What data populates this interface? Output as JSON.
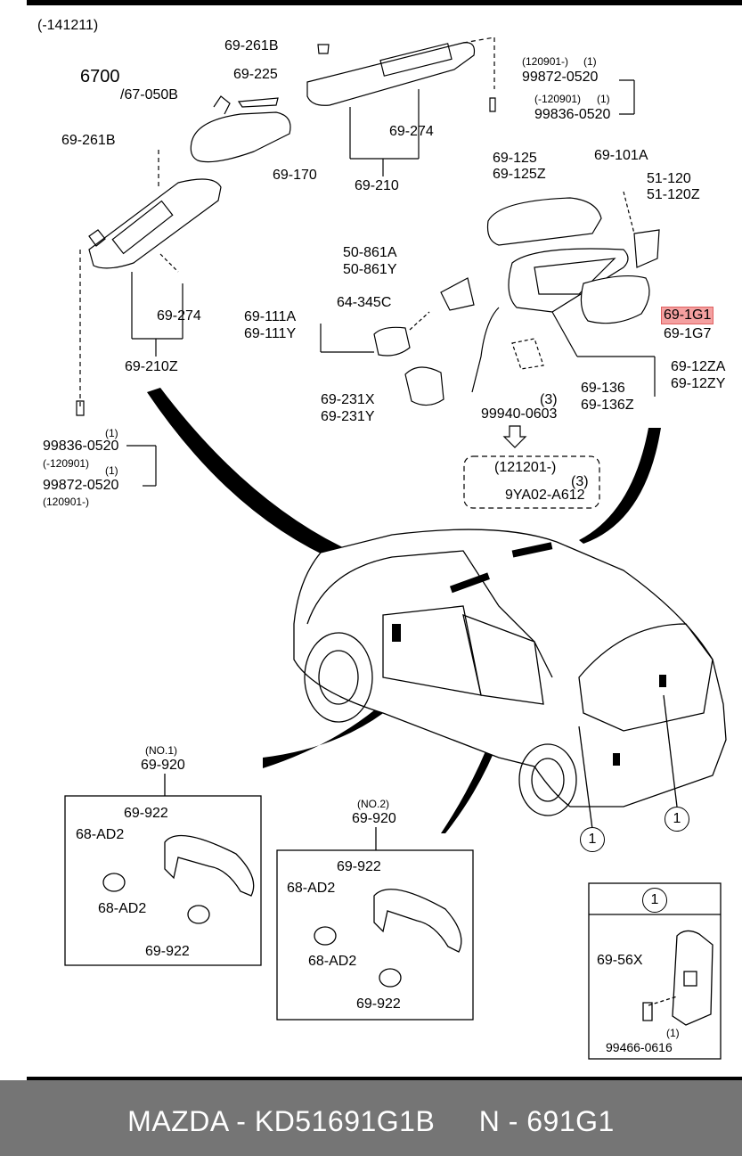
{
  "header": {
    "date_code": "(-141211)"
  },
  "callouts": {
    "sec_ref_num": "6700",
    "sec_ref_sub": "/67-050B",
    "p69_261B_a": "69-261B",
    "p69_225": "69-225",
    "p69_261B_b": "69-261B",
    "p69_170": "69-170",
    "p69_274_a": "69-274",
    "p69_210": "69-210",
    "p_date_a": "(120901-)",
    "p_qty_a": "(1)",
    "p99872_a": "99872-0520",
    "p_date_b": "(-120901)",
    "p_qty_b": "(1)",
    "p99836_a": "99836-0520",
    "p69_125": "69-125",
    "p69_125Z": "69-125Z",
    "p69_101A": "69-101A",
    "p51_120": "51-120",
    "p51_120Z": "51-120Z",
    "p50_861A": "50-861A",
    "p50_861Y": "50-861Y",
    "p64_345C": "64-345C",
    "p69_111A": "69-111A",
    "p69_111Y": "69-111Y",
    "p69_274_b": "69-274",
    "p69_210Z": "69-210Z",
    "p69_1G1": "69-1G1",
    "p69_1G7": "69-1G7",
    "p69_12ZA": "69-12ZA",
    "p69_12ZY": "69-12ZY",
    "p69_136": "69-136",
    "p69_136Z": "69-136Z",
    "p_qty_3a": "(3)",
    "p99940": "99940-0603",
    "p69_231X": "69-231X",
    "p69_231Y": "69-231Y",
    "p_qty_c": "(1)",
    "p99836_b": "99836-0520",
    "p_date_c": "(-120901)",
    "p_qty_d": "(1)",
    "p99872_b": "99872-0520",
    "p_date_d": "(120901-)",
    "p_date_e": "(121201-)",
    "p_qty_3b": "(3)",
    "p9YA02": "9YA02-A612"
  },
  "handles": {
    "no1_title": "(NO.1)",
    "no1_part": "69-920",
    "no1_922a": "69-922",
    "no1_ad2a": "68-AD2",
    "no1_ad2b": "68-AD2",
    "no1_922b": "69-922",
    "no2_title": "(NO.2)",
    "no2_part": "69-920",
    "no2_922a": "69-922",
    "no2_ad2a": "68-AD2",
    "no2_ad2b": "68-AD2",
    "no2_922b": "69-922"
  },
  "inset": {
    "ref": "1",
    "part": "69-56X",
    "qty": "(1)",
    "bolt": "99466-0616"
  },
  "car_refs": {
    "ref_a": "1",
    "ref_b": "1"
  },
  "footer": {
    "brand": "MAZDA - KD51691G1B",
    "code": "N - 691G1"
  }
}
